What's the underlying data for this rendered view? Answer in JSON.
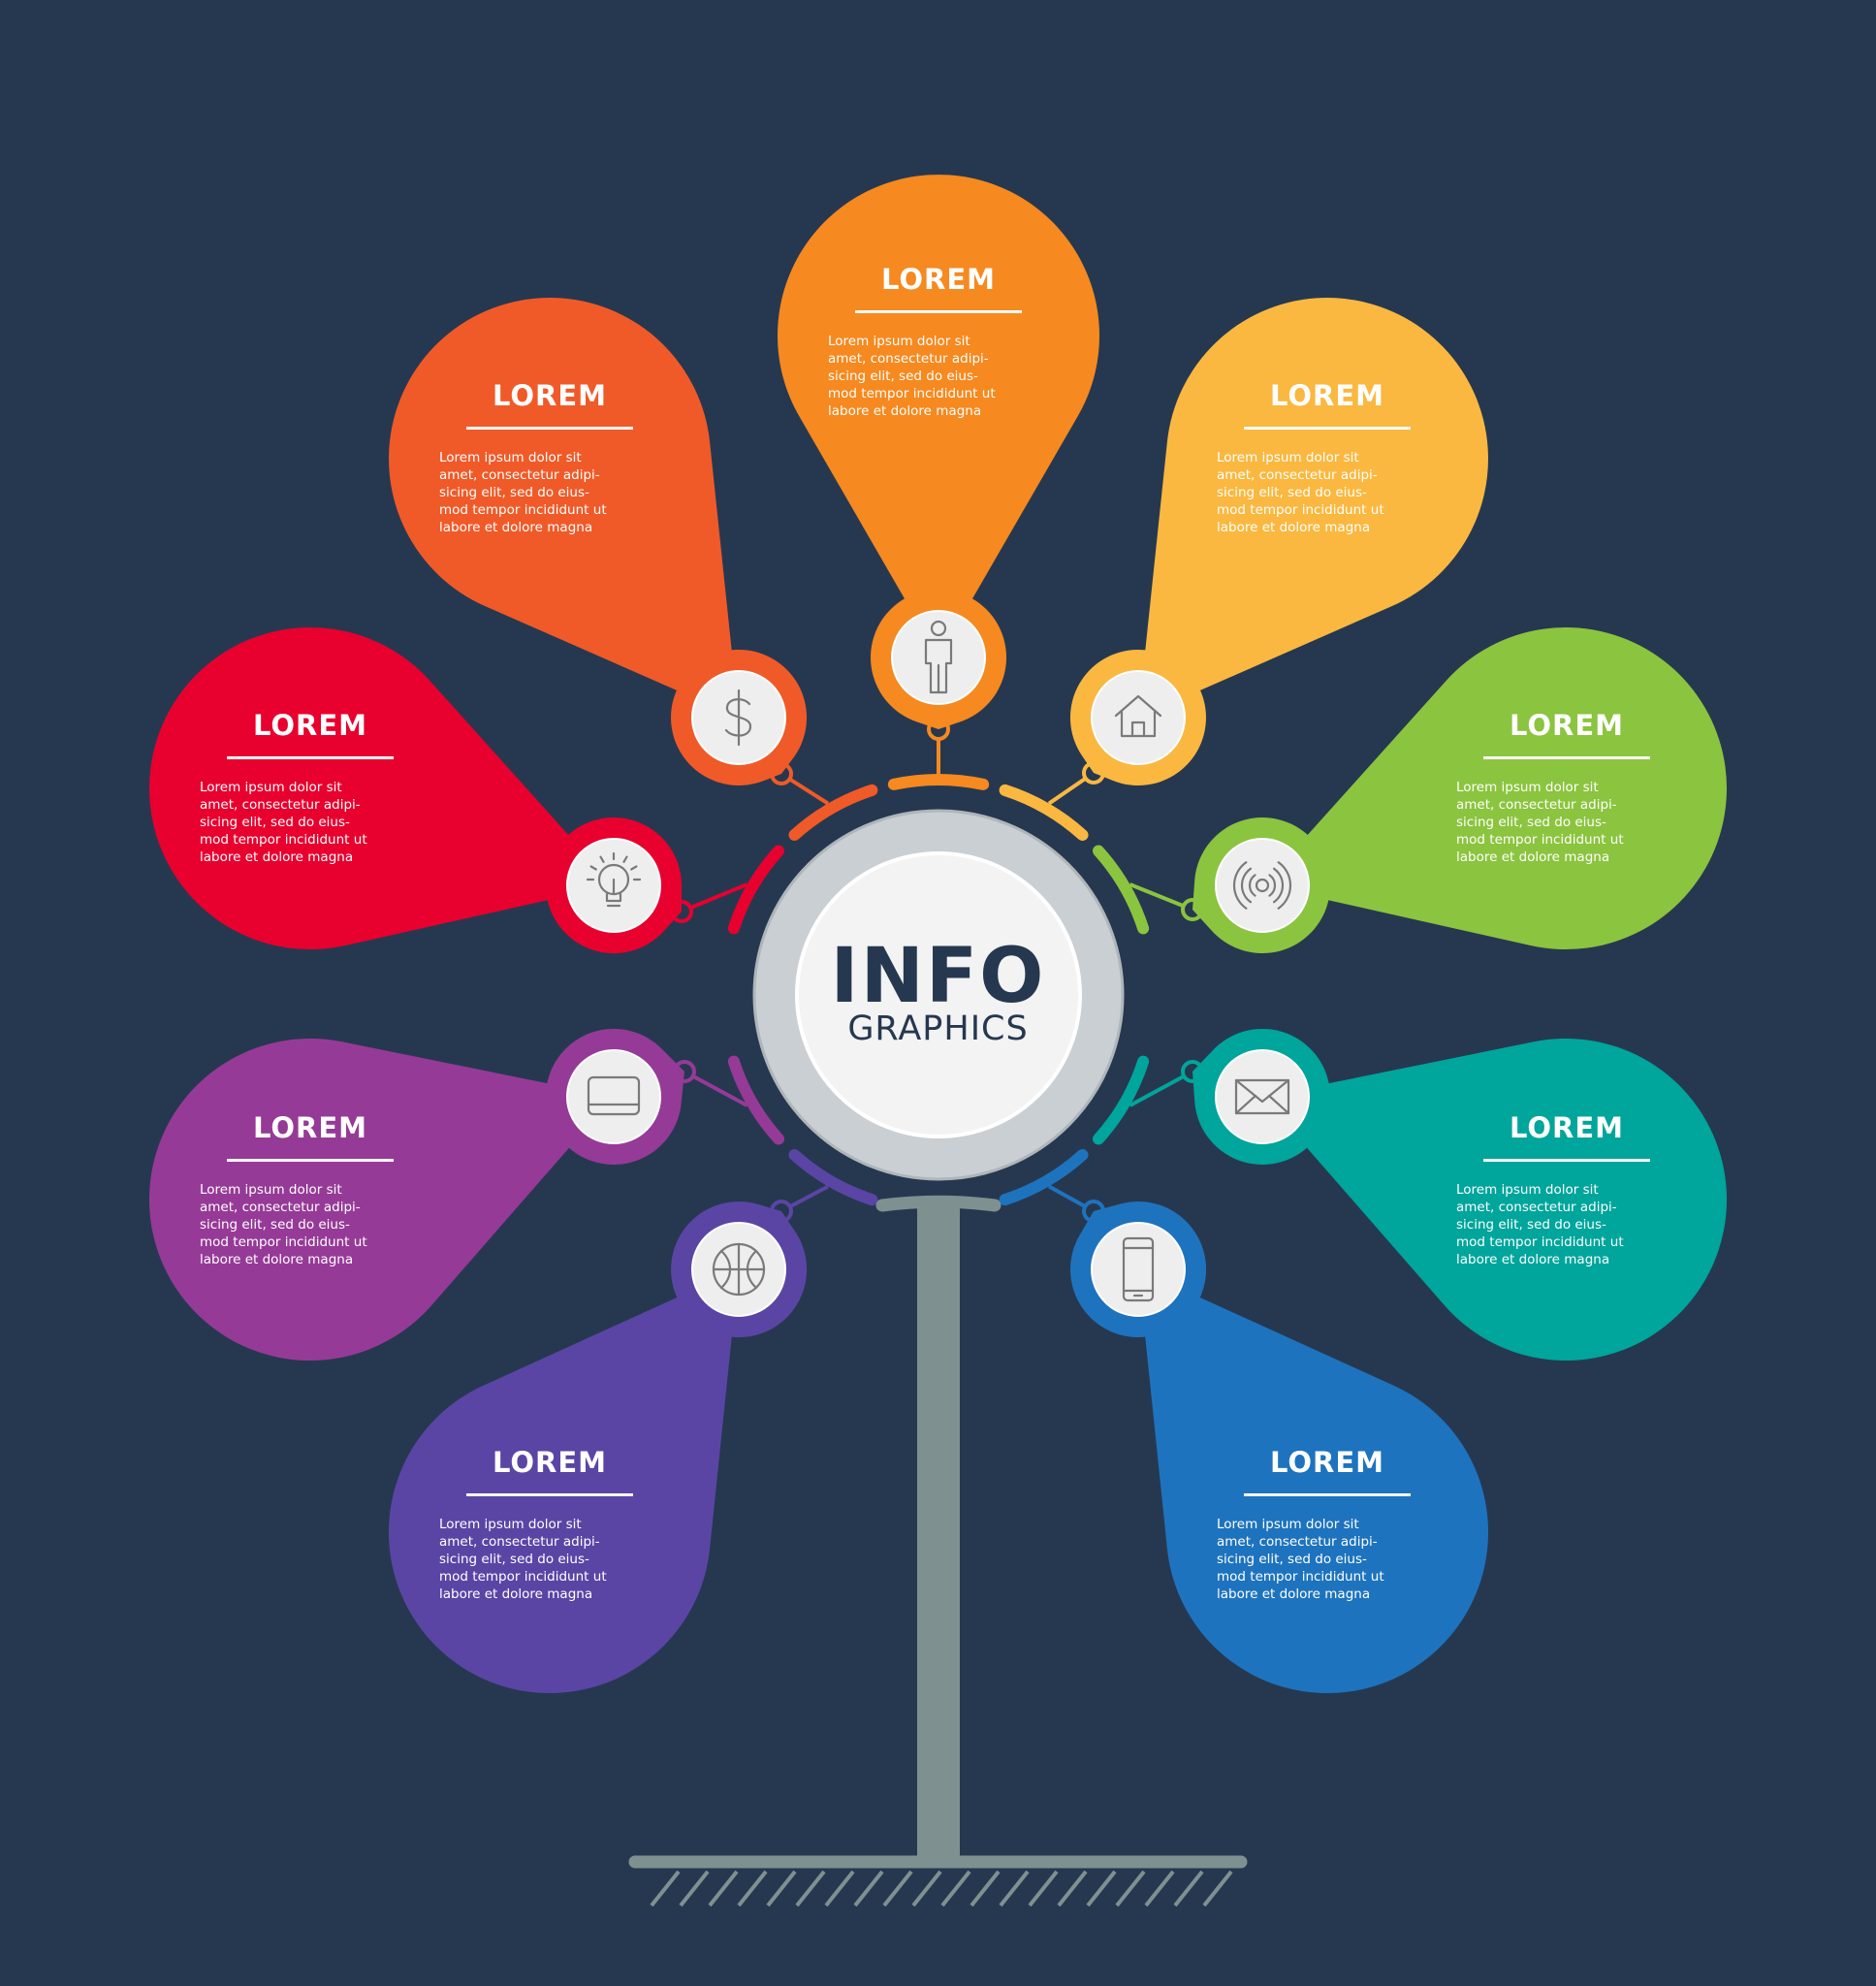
{
  "center": {
    "title": "INFO",
    "subtitle": "GRAPHICS"
  },
  "colors": {
    "background": "#263850",
    "stem": "#7f9090",
    "hub_ring": "#c9cfd2",
    "hub_face": "#f3f3f3",
    "icon_face": "#eeeeee",
    "icon_stroke": "#7a7a7a"
  },
  "petals": [
    {
      "id": "red",
      "title": "LOREM",
      "body": "Lorem ipsum dolor sit\namet, consectetur adipi-\nsicing elit, sed do eius-\nmod tempor incididunt ut\nlabore et dolore magna",
      "color": "#e8002e",
      "icon": "lightbulb-icon"
    },
    {
      "id": "orange",
      "title": "LOREM",
      "body": "Lorem ipsum dolor sit\namet, consectetur adipi-\nsicing elit, sed do eius-\nmod tempor incididunt ut\nlabore et dolore magna",
      "color": "#f05a28",
      "icon": "dollar-icon"
    },
    {
      "id": "amber",
      "title": "LOREM",
      "body": "Lorem ipsum dolor sit\namet, consectetur adipi-\nsicing elit, sed do eius-\nmod tempor incididunt ut\nlabore et dolore magna",
      "color": "#f6891f",
      "icon": "person-icon"
    },
    {
      "id": "yellow",
      "title": "LOREM",
      "body": "Lorem ipsum dolor sit\namet, consectetur adipi-\nsicing elit, sed do eius-\nmod tempor incididunt ut\nlabore et dolore magna",
      "color": "#fab840",
      "icon": "home-icon"
    },
    {
      "id": "green",
      "title": "LOREM",
      "body": "Lorem ipsum dolor sit\namet, consectetur adipi-\nsicing elit, sed do eius-\nmod tempor incididunt ut\nlabore et dolore magna",
      "color": "#8bc43f",
      "icon": "wireless-icon"
    },
    {
      "id": "teal",
      "title": "LOREM",
      "body": "Lorem ipsum dolor sit\namet, consectetur adipi-\nsicing elit, sed do eius-\nmod tempor incididunt ut\nlabore et dolore magna",
      "color": "#00a59b",
      "icon": "mail-icon"
    },
    {
      "id": "blue",
      "title": "LOREM",
      "body": "Lorem ipsum dolor sit\namet, consectetur adipi-\nsicing elit, sed do eius-\nmod tempor incididunt ut\nlabore et dolore magna",
      "color": "#1e73be",
      "icon": "phone-icon"
    },
    {
      "id": "indigo",
      "title": "LOREM",
      "body": "Lorem ipsum dolor sit\namet, consectetur adipi-\nsicing elit, sed do eius-\nmod tempor incididunt ut\nlabore et dolore magna",
      "color": "#5a45a5",
      "icon": "ball-icon"
    },
    {
      "id": "purple",
      "title": "LOREM",
      "body": "Lorem ipsum dolor sit\namet, consectetur adipi-\nsicing elit, sed do eius-\nmod tempor incididunt ut\nlabore et dolore magna",
      "color": "#963a97",
      "icon": "laptop-icon"
    }
  ]
}
